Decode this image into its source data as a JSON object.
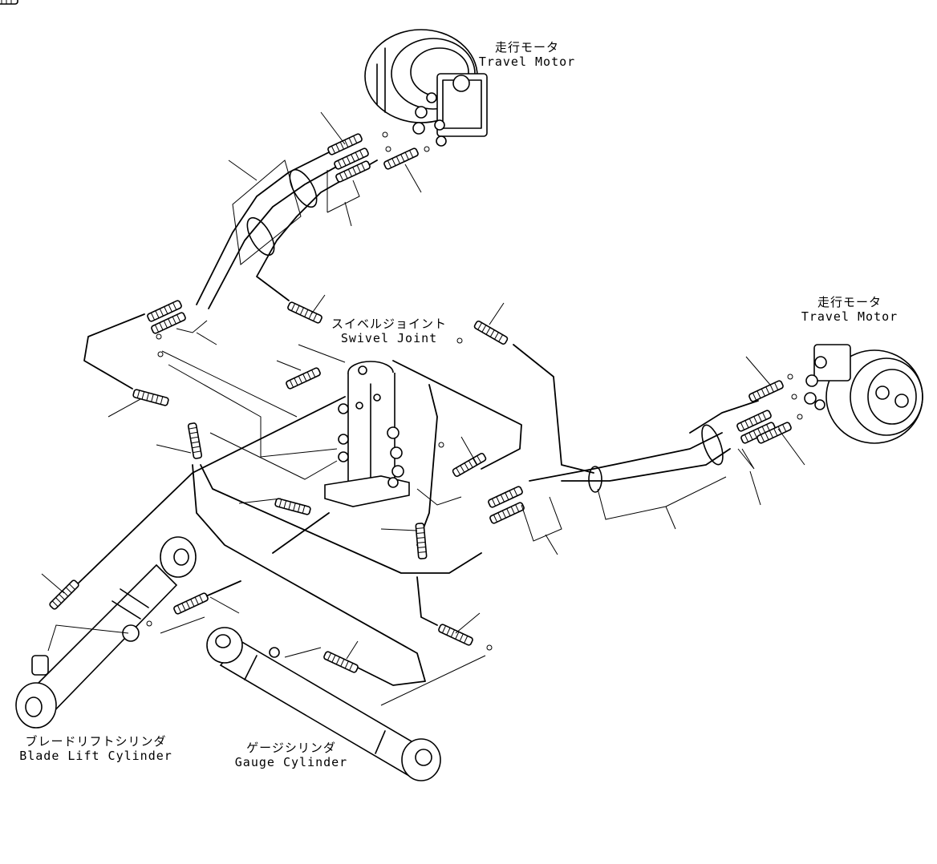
{
  "labels": {
    "travel_motor_top": {
      "jp": "走行モータ",
      "en": "Travel Motor"
    },
    "travel_motor_right": {
      "jp": "走行モータ",
      "en": "Travel Motor"
    },
    "swivel_joint": {
      "jp": "スイベルジョイント",
      "en": "Swivel Joint"
    },
    "blade_lift_cylinder": {
      "jp": "ブレードリフトシリンダ",
      "en": "Blade Lift Cylinder"
    },
    "gauge_cylinder": {
      "jp": "ゲージシリンダ",
      "en": "Gauge Cylinder"
    }
  },
  "icons": [
    "travel-motor",
    "swivel-joint",
    "blade-lift-cylinder",
    "gauge-cylinder",
    "hose-fitting",
    "o-ring",
    "clamp"
  ]
}
